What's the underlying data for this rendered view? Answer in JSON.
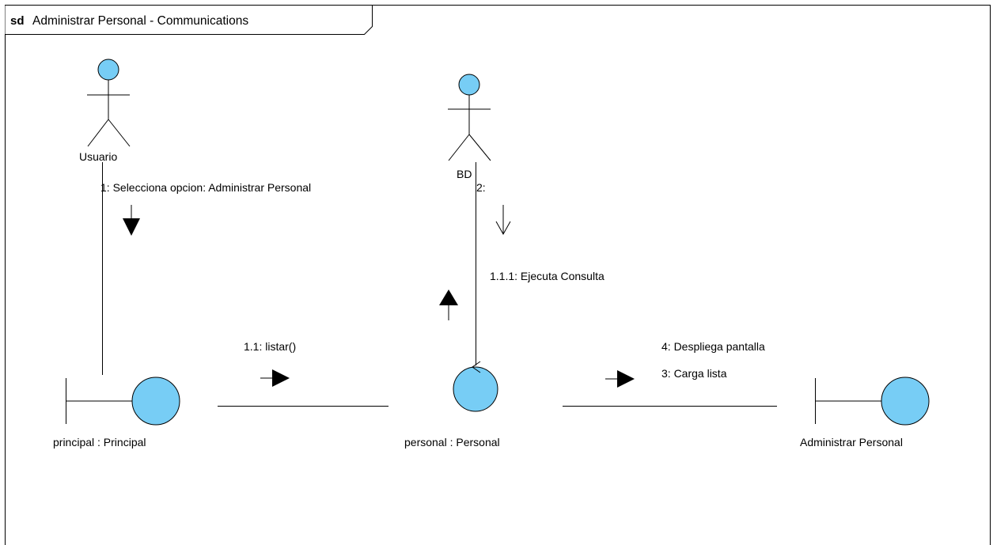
{
  "frame": {
    "keyword": "sd",
    "title": "Administrar Personal - Communications"
  },
  "colors": {
    "fill": "#77cdf5",
    "stroke": "#000000",
    "background": "#ffffff"
  },
  "actors": {
    "usuario": {
      "name": "Usuario"
    },
    "bd": {
      "name": "BD"
    }
  },
  "objects": {
    "principal": {
      "label": "principal : Principal",
      "kind": "boundary"
    },
    "personal": {
      "label": "personal : Personal",
      "kind": "control"
    },
    "administrar": {
      "label": "Administrar Personal",
      "kind": "boundary"
    }
  },
  "messages": {
    "m1": "1: Selecciona opcion: Administrar Personal",
    "m2": "2:",
    "m111": "1.1.1: Ejecuta Consulta",
    "m11": "1.1: listar()",
    "m4": "4: Despliega pantalla",
    "m3": "3: Carga lista"
  }
}
